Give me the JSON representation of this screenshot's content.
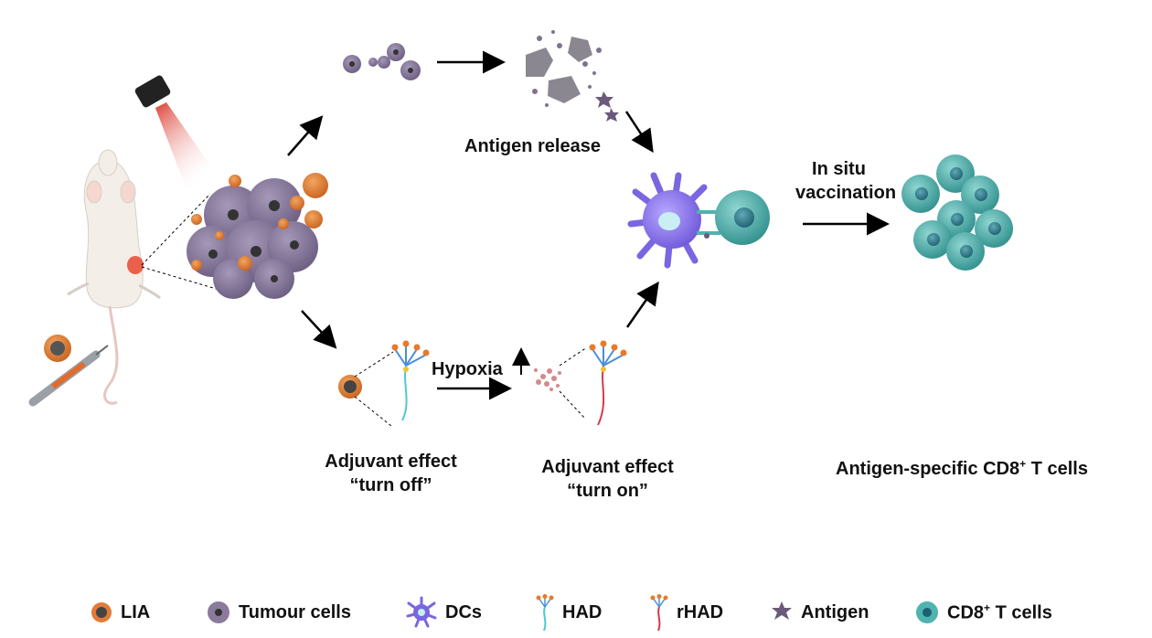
{
  "labels": {
    "antigen_release": "Antigen release",
    "in_situ_line1": "In situ",
    "in_situ_line2": "vaccination",
    "hypoxia": "Hypoxia",
    "adjuvant_off_line1": "Adjuvant effect",
    "adjuvant_off_line2": "“turn off”",
    "adjuvant_on_line1": "Adjuvant effect",
    "adjuvant_on_line2": "“turn on”",
    "tcells_prefix": "Antigen-specific CD8",
    "tcells_sup": "+",
    "tcells_suffix": " T cells"
  },
  "legend": {
    "lia": "LIA",
    "tumour": "Tumour cells",
    "dcs": "DCs",
    "had": "HAD",
    "rhad": "rHAD",
    "antigen": "Antigen",
    "cd8_prefix": "CD8",
    "cd8_sup": "+",
    "cd8_suffix": " T cells"
  },
  "colors": {
    "tumour": "#8a7a9c",
    "nanoparticle": "#e07b39",
    "dc": "#7a66e0",
    "tcell": "#4fb3b0",
    "laser": "#e03a2a",
    "antigen": "#6b5a7a",
    "mouse": "#f2ece6"
  }
}
